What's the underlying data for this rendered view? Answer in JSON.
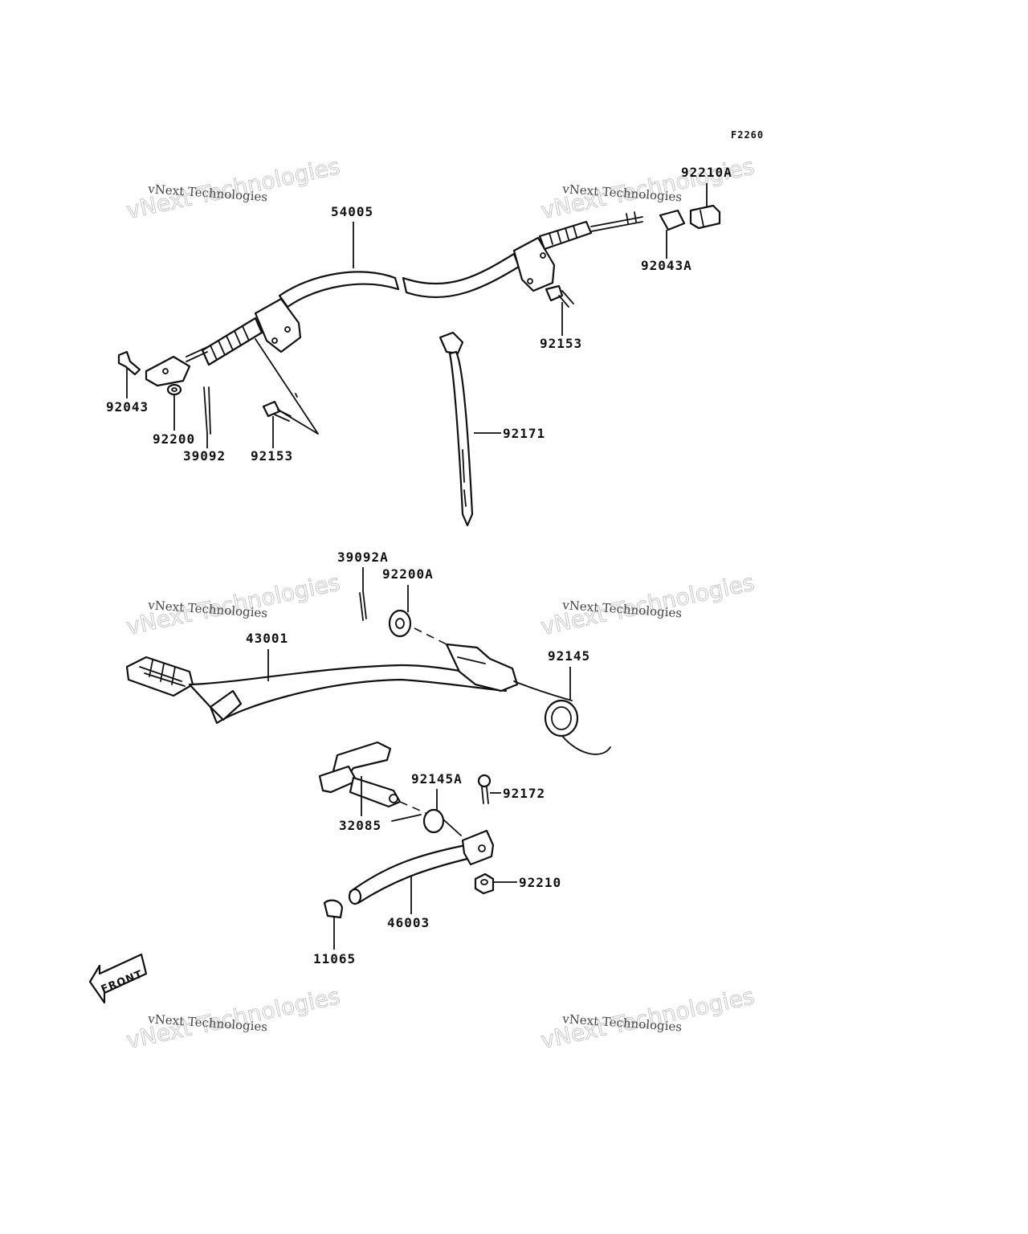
{
  "figure_code": "F2260",
  "direction_label": "FRONT",
  "watermark": {
    "big": "vNext Technologies",
    "small": "vNext Technologies"
  },
  "parts": [
    {
      "id": "p-54005",
      "label": "54005"
    },
    {
      "id": "p-92210A",
      "label": "92210A"
    },
    {
      "id": "p-92043A",
      "label": "92043A"
    },
    {
      "id": "p-92153-upper",
      "label": "92153"
    },
    {
      "id": "p-92043",
      "label": "92043"
    },
    {
      "id": "p-92200",
      "label": "92200"
    },
    {
      "id": "p-39092",
      "label": "39092"
    },
    {
      "id": "p-92153-lower",
      "label": "92153"
    },
    {
      "id": "p-92171",
      "label": "92171"
    },
    {
      "id": "p-39092A",
      "label": "39092A"
    },
    {
      "id": "p-92200A",
      "label": "92200A"
    },
    {
      "id": "p-43001",
      "label": "43001"
    },
    {
      "id": "p-92145",
      "label": "92145"
    },
    {
      "id": "p-92145A",
      "label": "92145A"
    },
    {
      "id": "p-92172",
      "label": "92172"
    },
    {
      "id": "p-32085",
      "label": "32085"
    },
    {
      "id": "p-92210",
      "label": "92210"
    },
    {
      "id": "p-46003",
      "label": "46003"
    },
    {
      "id": "p-11065",
      "label": "11065"
    }
  ]
}
